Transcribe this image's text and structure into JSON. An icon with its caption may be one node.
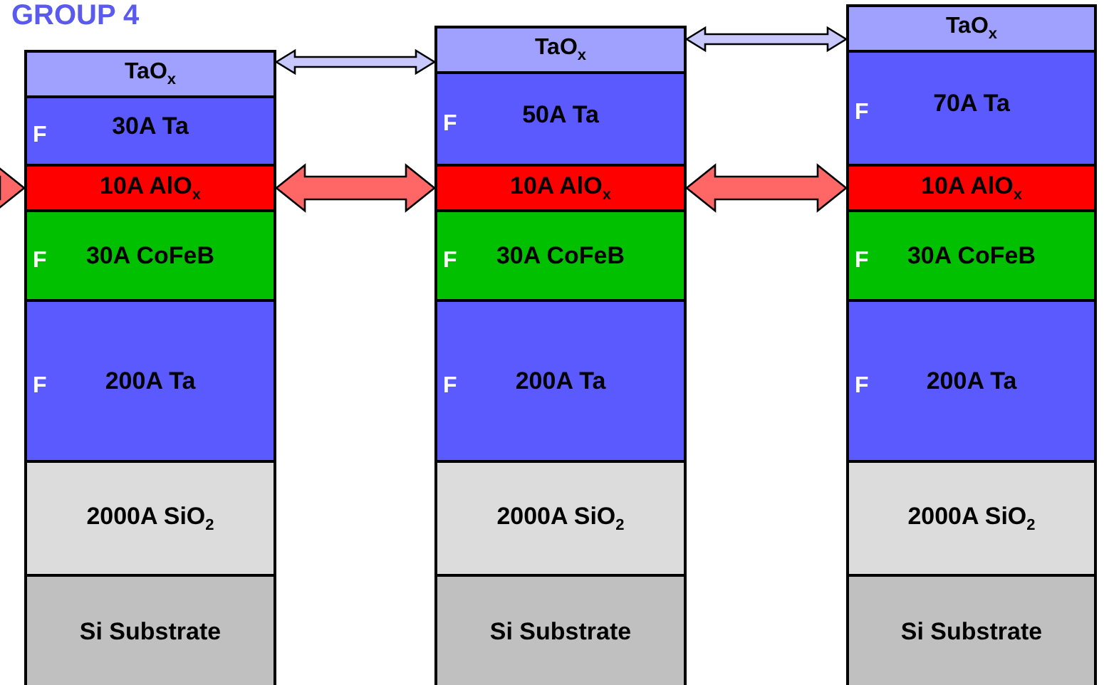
{
  "diagram": {
    "title": "GROUP 4",
    "nodes": [
      {
        "text": [
          "TaO$_{x}$"
        ]
      },
      {
        "text": [
          "F",
          "30A Ta"
        ]
      },
      {
        "text": [
          "10A AlO$_{x}$"
        ]
      },
      {
        "text": [
          "F",
          "30A CoFeB"
        ]
      },
      {
        "text": [
          "F",
          "200A Ta"
        ]
      },
      {
        "text": [
          "2000A SiO$_{2}$"
        ]
      },
      {
        "text": [
          "Si Substrate"
        ]
      },
      {
        "text": [
          "TaO$_{x}$"
        ]
      },
      {
        "text": [
          "F",
          "50A Ta"
        ]
      },
      {
        "text": [
          "10A AlO$_{x}$"
        ]
      },
      {
        "text": [
          "F",
          "30A CoFeB"
        ]
      },
      {
        "text": [
          "F",
          "200A Ta"
        ]
      },
      {
        "text": [
          "2000A SiO$_{2}$"
        ]
      },
      {
        "text": [
          "Si Substrate"
        ]
      },
      {
        "text": [
          "TaO$_{x}$"
        ]
      },
      {
        "text": [
          "F",
          "70A Ta"
        ]
      },
      {
        "text": [
          "10A AlO$_{x}$"
        ]
      },
      {
        "text": [
          "F",
          "30A CoFeB"
        ]
      },
      {
        "text": [
          "F",
          "200A Ta"
        ]
      },
      {
        "text": [
          "2000A SiO$_{2}$"
        ]
      },
      {
        "text": [
          "Si Substrate"
        ]
      }
    ],
    "edges": [
      {
        "from": 0,
        "to": 7,
        "arrow": "both",
        "color": "#c8c8ff"
      },
      {
        "from": 7,
        "to": 14,
        "arrow": "both",
        "color": "#c8c8ff"
      },
      {
        "from": null,
        "to": 2,
        "arrow": "to",
        "color": "#ff6666"
      },
      {
        "from": 2,
        "to": 9,
        "arrow": "both",
        "color": "#ff6666"
      },
      {
        "from": 9,
        "to": 16,
        "arrow": "both",
        "color": "#ff6666"
      }
    ]
  }
}
